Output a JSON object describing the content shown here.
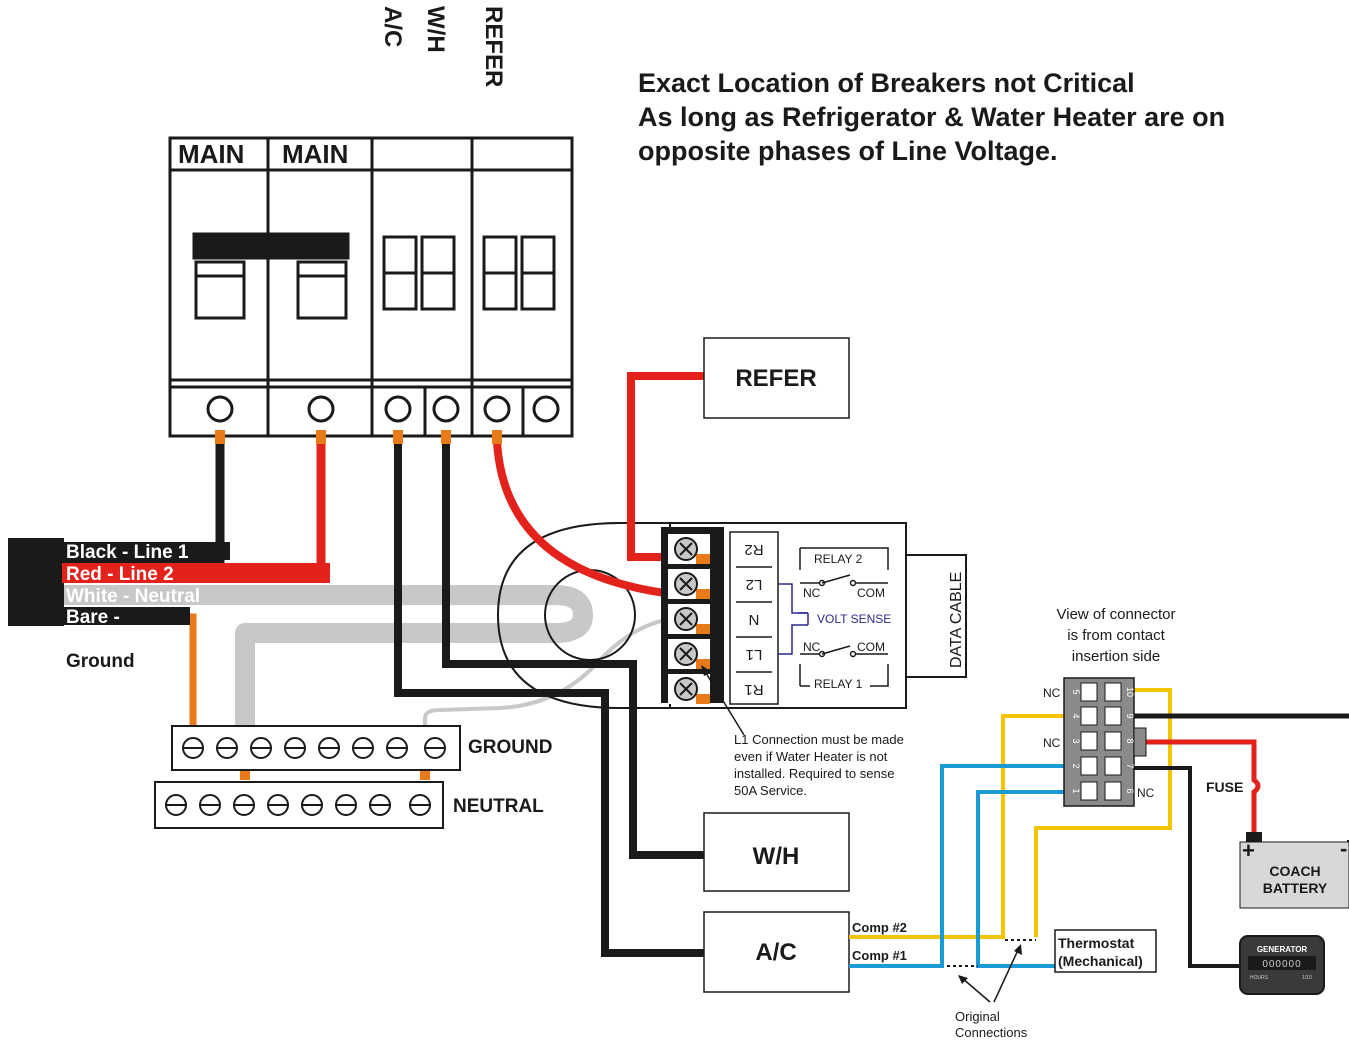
{
  "note": {
    "line1": "Exact Location of Breakers not Critical",
    "line2": "As long as Refrigerator & Water Heater are on",
    "line3": "opposite phases of Line Voltage."
  },
  "panel": {
    "vertical_labels": {
      "ac": "A/C",
      "wh": "W/H",
      "refer": "REFER"
    },
    "breakers": [
      "MAIN",
      "MAIN",
      "",
      ""
    ]
  },
  "wires": {
    "black": "Black - Line 1",
    "red": "Red - Line 2",
    "white": "White - Neutral",
    "bare1": "Bare -",
    "bare2": "Ground"
  },
  "bars": {
    "ground": "GROUND",
    "neutral": "NEUTRAL"
  },
  "terminals": [
    "R2",
    "L2",
    "N",
    "L1",
    "R1"
  ],
  "relays": {
    "relay2": "RELAY 2",
    "relay1": "RELAY 1",
    "nc": "NC",
    "com": "COM",
    "volt_sense": "VOLT SENSE",
    "data_cable": "DATA CABLE"
  },
  "loads": {
    "refer": "REFER",
    "wh": "W/H",
    "ac": "A/C"
  },
  "l1_note": {
    "line1": "L1 Connection must be made",
    "line2": "even if Water Heater is not",
    "line3": "installed.  Required to sense",
    "line4": "50A Service."
  },
  "connector": {
    "caption1": "View of connector",
    "caption2": "is from contact",
    "caption3": "insertion side",
    "pins_left": [
      "5",
      "4",
      "3",
      "2",
      "1"
    ],
    "pins_right": [
      "10",
      "9",
      "8",
      "7",
      "6"
    ],
    "nc": "NC"
  },
  "comp": {
    "comp2": "Comp #2",
    "comp1": "Comp #1"
  },
  "thermostat": {
    "line1": "Thermostat",
    "line2": "(Mechanical)"
  },
  "original": {
    "line1": "Original",
    "line2": "Connections"
  },
  "fuse": "FUSE",
  "battery": {
    "plus": "+",
    "minus": "-",
    "line1": "COACH",
    "line2": "BATTERY"
  },
  "generator": {
    "title": "GENERATOR",
    "digits": "000000",
    "hours": "HOURS",
    "tenths": "1/10"
  },
  "colors": {
    "black": "#1a1a1a",
    "red": "#e3231b",
    "white_wire": "#c8c8c8",
    "ground_wire": "#e87a1a",
    "yellow": "#f5c400",
    "blue": "#1a9ad6",
    "relay_blue": "#2a2a8c",
    "battery": "#d8d8d8"
  }
}
